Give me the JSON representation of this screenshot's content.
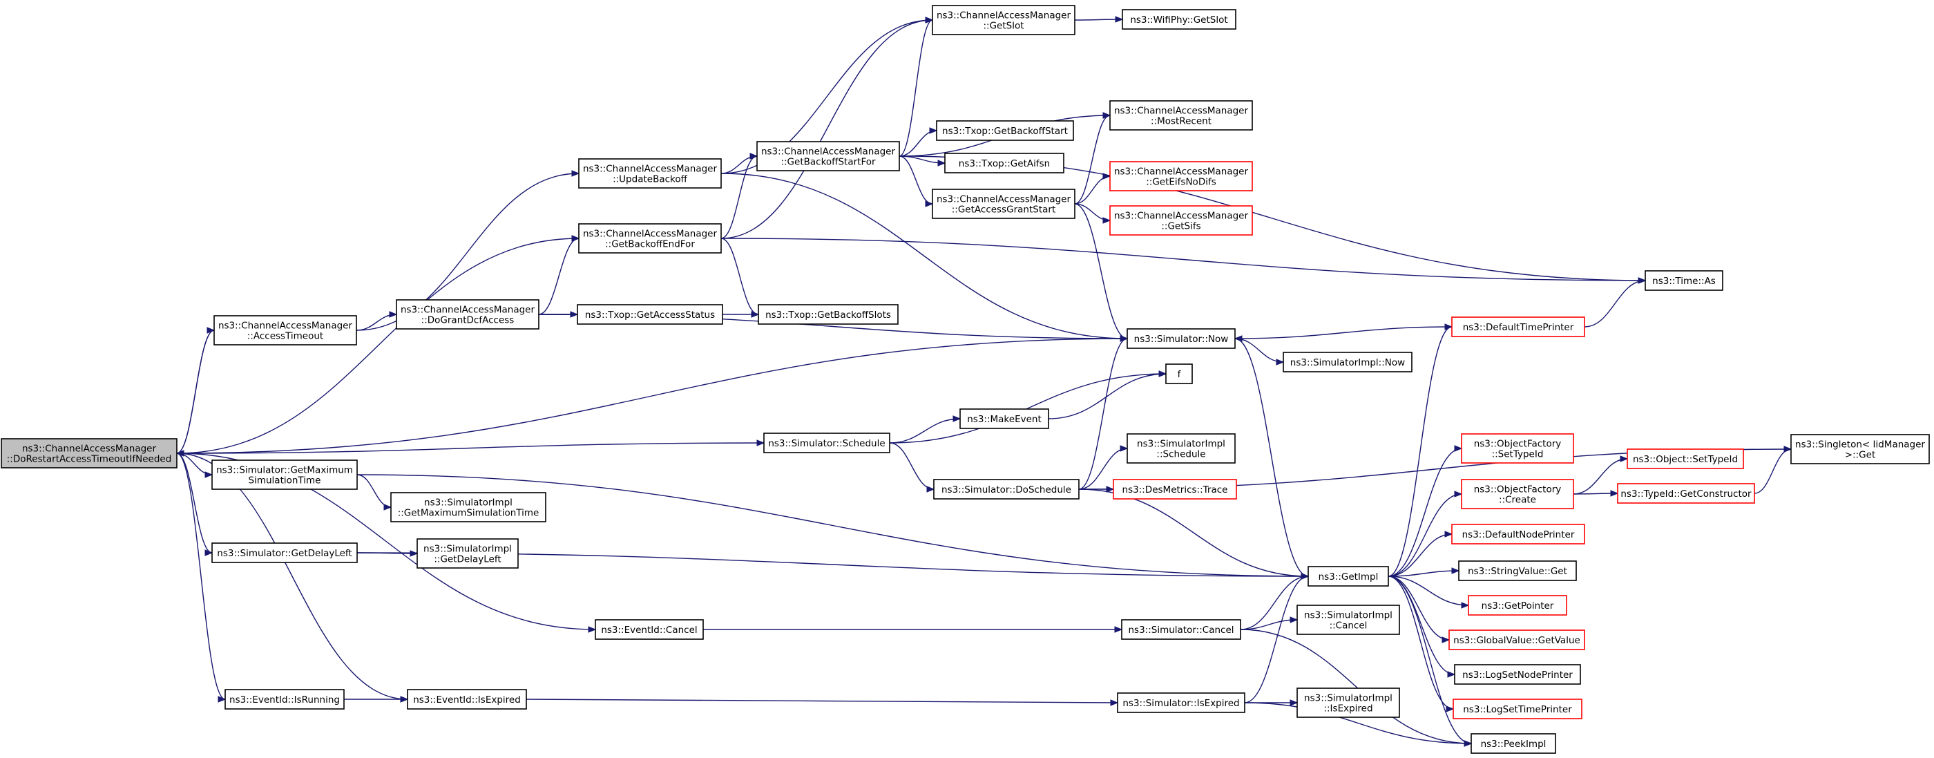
{
  "nodes": {
    "root": {
      "lines": [
        "ns3::ChannelAccessManager",
        "::DoRestartAccessTimeoutIfNeeded"
      ],
      "root": true
    },
    "accessTimeout": {
      "lines": [
        "ns3::ChannelAccessManager",
        "::AccessTimeout"
      ]
    },
    "updateBackoff": {
      "lines": [
        "ns3::ChannelAccessManager",
        "::UpdateBackoff"
      ]
    },
    "getBackoffEndFor": {
      "lines": [
        "ns3::ChannelAccessManager",
        "::GetBackoffEndFor"
      ]
    },
    "doGrantDcfAccess": {
      "lines": [
        "ns3::ChannelAccessManager",
        "::DoGrantDcfAccess"
      ]
    },
    "getSlot": {
      "lines": [
        "ns3::ChannelAccessManager",
        "::GetSlot"
      ]
    },
    "wifiPhyGetSlot": {
      "lines": [
        "ns3::WifiPhy::GetSlot"
      ]
    },
    "getBackoffStartFor": {
      "lines": [
        "ns3::ChannelAccessManager",
        "::GetBackoffStartFor"
      ]
    },
    "txopGetBackoffStart": {
      "lines": [
        "ns3::Txop::GetBackoffStart"
      ]
    },
    "txopGetAifsn": {
      "lines": [
        "ns3::Txop::GetAifsn"
      ]
    },
    "getAccessGrantStart": {
      "lines": [
        "ns3::ChannelAccessManager",
        "::GetAccessGrantStart"
      ]
    },
    "mostRecent": {
      "lines": [
        "ns3::ChannelAccessManager",
        "::MostRecent"
      ]
    },
    "getEifsNoDifs": {
      "lines": [
        "ns3::ChannelAccessManager",
        "::GetEifsNoDifs"
      ],
      "red": true
    },
    "getSifs": {
      "lines": [
        "ns3::ChannelAccessManager",
        "::GetSifs"
      ],
      "red": true
    },
    "txopGetAccessStatus": {
      "lines": [
        "ns3::Txop::GetAccessStatus"
      ]
    },
    "txopGetBackoffSlots": {
      "lines": [
        "ns3::Txop::GetBackoffSlots"
      ]
    },
    "timeAs": {
      "lines": [
        "ns3::Time::As"
      ]
    },
    "simulatorNow": {
      "lines": [
        "ns3::Simulator::Now"
      ]
    },
    "simImplNow": {
      "lines": [
        "ns3::SimulatorImpl::Now"
      ]
    },
    "defaultTimePrinter": {
      "lines": [
        "ns3::DefaultTimePrinter"
      ],
      "red": true
    },
    "f": {
      "lines": [
        "f"
      ]
    },
    "makeEvent": {
      "lines": [
        "ns3::MakeEvent"
      ]
    },
    "simulatorSchedule": {
      "lines": [
        "ns3::Simulator::Schedule"
      ]
    },
    "simImplSchedule": {
      "lines": [
        "ns3::SimulatorImpl",
        "::Schedule"
      ]
    },
    "simulatorDoSchedule": {
      "lines": [
        "ns3::Simulator::DoSchedule"
      ]
    },
    "desMetricsTrace": {
      "lines": [
        "ns3::DesMetrics::Trace"
      ],
      "red": true
    },
    "singletonGet": {
      "lines": [
        "ns3::Singleton< IidManager",
        " >::Get"
      ]
    },
    "getMaxSimTime": {
      "lines": [
        "ns3::Simulator::GetMaximum",
        "SimulationTime"
      ]
    },
    "simImplGetMaxSimTime": {
      "lines": [
        "ns3::SimulatorImpl",
        "::GetMaximumSimulationTime"
      ]
    },
    "objFactorySetTypeId": {
      "lines": [
        "ns3::ObjectFactory",
        "::SetTypeId"
      ],
      "red": true
    },
    "objFactoryCreate": {
      "lines": [
        "ns3::ObjectFactory",
        "::Create"
      ],
      "red": true
    },
    "objectSetTypeId": {
      "lines": [
        "ns3::Object::SetTypeId"
      ],
      "red": true
    },
    "typeIdGetConstructor": {
      "lines": [
        "ns3::TypeId::GetConstructor"
      ],
      "red": true
    },
    "defaultNodePrinter": {
      "lines": [
        "ns3::DefaultNodePrinter"
      ],
      "red": true
    },
    "getDelayLeft": {
      "lines": [
        "ns3::Simulator::GetDelayLeft"
      ]
    },
    "simImplGetDelayLeft": {
      "lines": [
        "ns3::SimulatorImpl",
        "::GetDelayLeft"
      ]
    },
    "getImpl": {
      "lines": [
        "ns3::GetImpl"
      ]
    },
    "stringValueGet": {
      "lines": [
        "ns3::StringValue::Get"
      ]
    },
    "getPointer": {
      "lines": [
        "ns3::GetPointer"
      ],
      "red": true
    },
    "globalValueGetValue": {
      "lines": [
        "ns3::GlobalValue::GetValue"
      ],
      "red": true
    },
    "eventIdCancel": {
      "lines": [
        "ns3::EventId::Cancel"
      ]
    },
    "simulatorCancel": {
      "lines": [
        "ns3::Simulator::Cancel"
      ]
    },
    "simImplCancel": {
      "lines": [
        "ns3::SimulatorImpl",
        "::Cancel"
      ]
    },
    "logSetNodePrinter": {
      "lines": [
        "ns3::LogSetNodePrinter"
      ]
    },
    "logSetTimePrinter": {
      "lines": [
        "ns3::LogSetTimePrinter"
      ],
      "red": true
    },
    "eventIdIsRunning": {
      "lines": [
        "ns3::EventId::IsRunning"
      ]
    },
    "eventIdIsExpired": {
      "lines": [
        "ns3::EventId::IsExpired"
      ]
    },
    "simulatorIsExpired": {
      "lines": [
        "ns3::Simulator::IsExpired"
      ]
    },
    "simImplIsExpired": {
      "lines": [
        "ns3::SimulatorImpl",
        "::IsExpired"
      ]
    },
    "peekImpl": {
      "lines": [
        "ns3::PeekImpl"
      ]
    }
  },
  "edges": [
    [
      "root",
      "accessTimeout"
    ],
    [
      "root",
      "getBackoffEndFor"
    ],
    [
      "root",
      "simulatorNow"
    ],
    [
      "root",
      "simulatorSchedule"
    ],
    [
      "root",
      "getMaxSimTime"
    ],
    [
      "root",
      "getDelayLeft"
    ],
    [
      "root",
      "eventIdCancel"
    ],
    [
      "root",
      "eventIdIsRunning"
    ],
    [
      "root",
      "eventIdIsExpired"
    ],
    [
      "accessTimeout",
      "root"
    ],
    [
      "accessTimeout",
      "updateBackoff"
    ],
    [
      "accessTimeout",
      "doGrantDcfAccess"
    ],
    [
      "updateBackoff",
      "getSlot"
    ],
    [
      "updateBackoff",
      "getBackoffStartFor"
    ],
    [
      "updateBackoff",
      "simulatorNow"
    ],
    [
      "getBackoffEndFor",
      "getSlot"
    ],
    [
      "getBackoffEndFor",
      "getBackoffStartFor"
    ],
    [
      "getBackoffEndFor",
      "txopGetBackoffSlots"
    ],
    [
      "getBackoffEndFor",
      "timeAs"
    ],
    [
      "doGrantDcfAccess",
      "getBackoffEndFor"
    ],
    [
      "doGrantDcfAccess",
      "txopGetAccessStatus"
    ],
    [
      "doGrantDcfAccess",
      "txopGetBackoffSlots"
    ],
    [
      "doGrantDcfAccess",
      "simulatorNow"
    ],
    [
      "getSlot",
      "wifiPhyGetSlot"
    ],
    [
      "getBackoffStartFor",
      "getSlot"
    ],
    [
      "getBackoffStartFor",
      "mostRecent"
    ],
    [
      "getBackoffStartFor",
      "txopGetBackoffStart"
    ],
    [
      "getBackoffStartFor",
      "txopGetAifsn"
    ],
    [
      "getBackoffStartFor",
      "getAccessGrantStart"
    ],
    [
      "getBackoffStartFor",
      "timeAs"
    ],
    [
      "getAccessGrantStart",
      "mostRecent"
    ],
    [
      "getAccessGrantStart",
      "getEifsNoDifs"
    ],
    [
      "getAccessGrantStart",
      "getSifs"
    ],
    [
      "getAccessGrantStart",
      "simulatorNow"
    ],
    [
      "simulatorNow",
      "simImplNow"
    ],
    [
      "simulatorNow",
      "getImpl"
    ],
    [
      "defaultTimePrinter",
      "timeAs"
    ],
    [
      "defaultTimePrinter",
      "simulatorNow"
    ],
    [
      "makeEvent",
      "f"
    ],
    [
      "simulatorSchedule",
      "makeEvent"
    ],
    [
      "simulatorSchedule",
      "f"
    ],
    [
      "simulatorSchedule",
      "simulatorDoSchedule"
    ],
    [
      "simulatorDoSchedule",
      "simulatorNow"
    ],
    [
      "simulatorDoSchedule",
      "simImplSchedule"
    ],
    [
      "simulatorDoSchedule",
      "desMetricsTrace"
    ],
    [
      "simulatorDoSchedule",
      "getImpl"
    ],
    [
      "simulatorDoSchedule",
      "singletonGet"
    ],
    [
      "getMaxSimTime",
      "simImplGetMaxSimTime"
    ],
    [
      "getMaxSimTime",
      "getImpl"
    ],
    [
      "getDelayLeft",
      "simImplGetDelayLeft"
    ],
    [
      "getDelayLeft",
      "getImpl"
    ],
    [
      "getImpl",
      "defaultTimePrinter"
    ],
    [
      "getImpl",
      "objFactorySetTypeId"
    ],
    [
      "getImpl",
      "objFactoryCreate"
    ],
    [
      "getImpl",
      "defaultNodePrinter"
    ],
    [
      "getImpl",
      "stringValueGet"
    ],
    [
      "getImpl",
      "getPointer"
    ],
    [
      "getImpl",
      "globalValueGetValue"
    ],
    [
      "getImpl",
      "logSetNodePrinter"
    ],
    [
      "getImpl",
      "logSetTimePrinter"
    ],
    [
      "getImpl",
      "peekImpl"
    ],
    [
      "objFactoryCreate",
      "objectSetTypeId"
    ],
    [
      "objFactoryCreate",
      "typeIdGetConstructor"
    ],
    [
      "typeIdGetConstructor",
      "singletonGet"
    ],
    [
      "eventIdCancel",
      "simulatorCancel"
    ],
    [
      "simulatorCancel",
      "getImpl"
    ],
    [
      "simulatorCancel",
      "simImplCancel"
    ],
    [
      "simulatorCancel",
      "peekImpl"
    ],
    [
      "eventIdIsRunning",
      "eventIdIsExpired"
    ],
    [
      "eventIdIsExpired",
      "simulatorIsExpired"
    ],
    [
      "simulatorIsExpired",
      "getImpl"
    ],
    [
      "simulatorIsExpired",
      "simImplIsExpired"
    ],
    [
      "simulatorIsExpired",
      "peekImpl"
    ]
  ]
}
